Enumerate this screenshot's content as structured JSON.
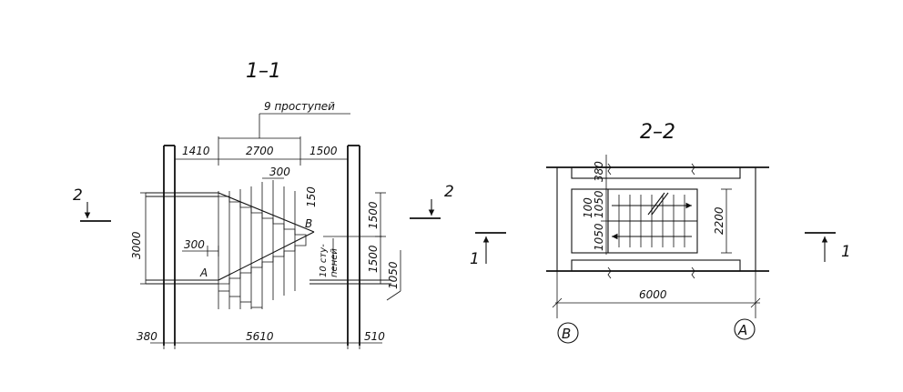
{
  "section_1": {
    "title": "1–1",
    "steps_label": "9 проступей",
    "dims": {
      "left_span": "1410",
      "flight_span": "2700",
      "right_span": "1500",
      "tread": "300",
      "riser": "150",
      "height_total": "3000",
      "height_upper": "1500",
      "height_lower": "1500",
      "landing_offset": "300",
      "risers_note_1": "10 сту-",
      "risers_note_2": "пеней",
      "slab": "1050",
      "wall_left": "380",
      "total_length": "5610",
      "wall_right": "510"
    },
    "points": {
      "a": "А",
      "b": "В"
    },
    "cut_marker": {
      "digit": "2"
    }
  },
  "section_2": {
    "title": "2–2",
    "dims": {
      "wall": "380",
      "width_1050a": "1050",
      "gap": "100",
      "width_1050b": "1050",
      "width_2200": "2200",
      "length": "6000"
    },
    "axes": {
      "left": "В",
      "right": "А"
    },
    "cut_marker": {
      "digit": "1"
    }
  }
}
